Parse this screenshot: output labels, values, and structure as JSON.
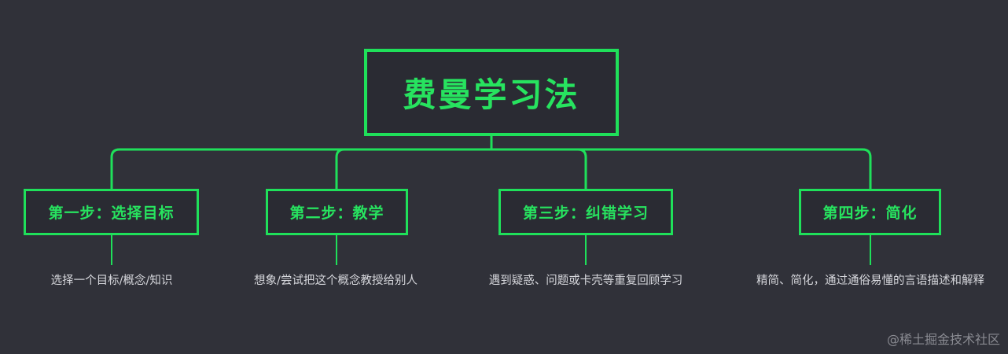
{
  "title": "费曼学习法",
  "steps": [
    {
      "label": "第一步：选择目标",
      "description": "选择一个目标/概念/知识"
    },
    {
      "label": "第二步：教学",
      "description": "想象/尝试把这个概念教授给别人"
    },
    {
      "label": "第三步：纠错学习",
      "description": "遇到疑惑、问题或卡壳等重复回顾学习"
    },
    {
      "label": "第四步：简化",
      "description": "精简、简化，通过通俗易懂的言语描述和解释"
    }
  ],
  "watermark": "@稀土掘金技术社区",
  "colors": {
    "background": "#303139",
    "accent": "#1fe05a",
    "description_text": "#d6d7dc"
  }
}
